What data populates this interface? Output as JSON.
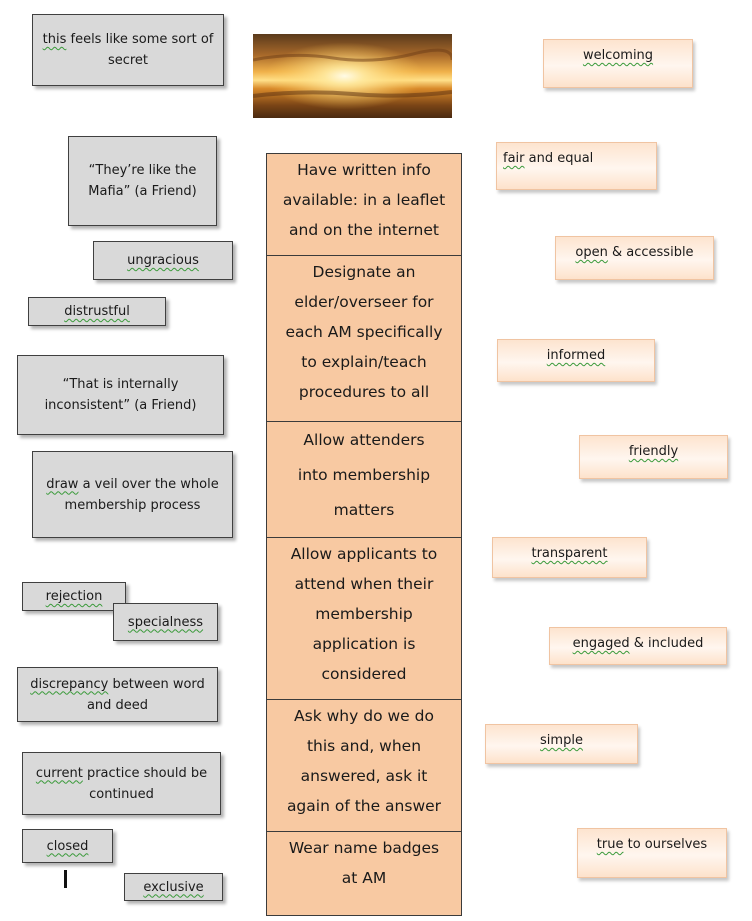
{
  "negatives": [
    {
      "id": "secret",
      "underlined": "this",
      "rest": " feels like some sort of secret"
    },
    {
      "id": "mafia",
      "underlined": "",
      "rest": "“They’re like the Mafia” (a Friend)"
    },
    {
      "id": "ungracious",
      "underlined": "ungracious",
      "rest": ""
    },
    {
      "id": "distrustful",
      "underlined": "distrustful",
      "rest": ""
    },
    {
      "id": "inconsistent",
      "underlined": "",
      "rest": "“That is internally inconsistent” (a Friend)"
    },
    {
      "id": "veil",
      "underlined": "draw",
      "rest": " a veil over the whole membership process"
    },
    {
      "id": "rejection",
      "underlined": "rejection",
      "rest": ""
    },
    {
      "id": "specialness",
      "underlined": "specialness",
      "rest": ""
    },
    {
      "id": "discrepancy",
      "underlined": "discrepancy",
      "rest": " between word and deed"
    },
    {
      "id": "current",
      "underlined": "current",
      "rest": " practice should be continued"
    },
    {
      "id": "closed",
      "underlined": "closed",
      "rest": ""
    },
    {
      "id": "exclusive",
      "underlined": "exclusive",
      "rest": ""
    }
  ],
  "actions": [
    {
      "id": "written-info",
      "lines": [
        "Have written info",
        "available: in a leaflet",
        "and on the internet"
      ]
    },
    {
      "id": "designate-elder",
      "lines": [
        "Designate an",
        "elder/overseer for",
        "each AM specifically",
        "to explain/teach",
        "procedures to all"
      ]
    },
    {
      "id": "allow-attenders",
      "lines": [
        "Allow attenders",
        "into membership",
        "matters"
      ]
    },
    {
      "id": "allow-applicants",
      "lines": [
        "Allow applicants to",
        "attend when their",
        "membership",
        "application is",
        "considered"
      ]
    },
    {
      "id": "ask-why",
      "lines": [
        "Ask why do we do",
        "this and, when",
        "answered, ask it",
        "again of the answer"
      ]
    },
    {
      "id": "name-badges",
      "lines": [
        "Wear name badges",
        "at AM"
      ]
    }
  ],
  "positives": [
    {
      "id": "welcoming",
      "underlined": "welcoming",
      "rest": ""
    },
    {
      "id": "fair",
      "underlined": "fair",
      "rest": " and equal"
    },
    {
      "id": "open",
      "underlined": "open",
      "rest": " & accessible"
    },
    {
      "id": "informed",
      "underlined": "informed",
      "rest": ""
    },
    {
      "id": "friendly",
      "underlined": "friendly",
      "rest": ""
    },
    {
      "id": "transparent",
      "underlined": "transparent",
      "rest": ""
    },
    {
      "id": "engaged",
      "underlined": "engaged",
      "rest": " & included"
    },
    {
      "id": "simple",
      "underlined": "simple",
      "rest": ""
    },
    {
      "id": "true",
      "underlined": "true",
      "rest": " to ourselves"
    }
  ],
  "colors": {
    "negative_card": "#d9d9d9",
    "action_cell": "#f8c9a2",
    "positive_card": "#fde4cf",
    "spell_underline": "#3a9a3a"
  },
  "image": {
    "icon": "sunset-photo"
  }
}
